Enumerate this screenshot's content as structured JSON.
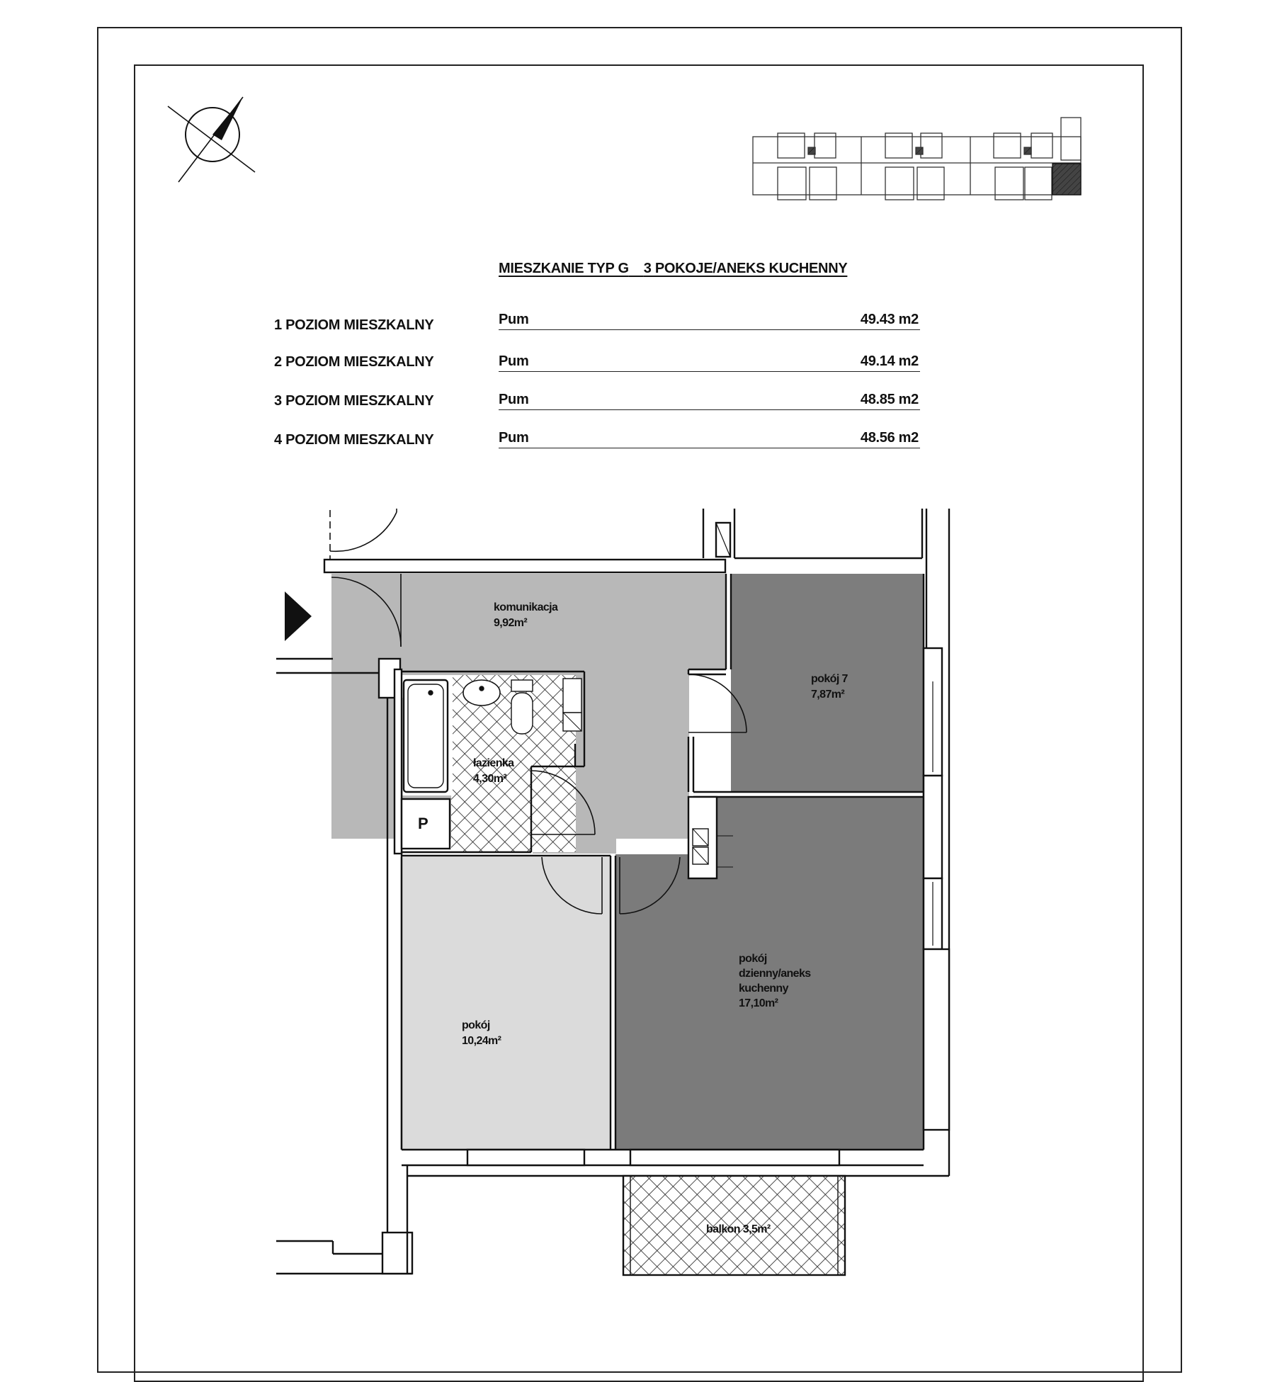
{
  "header": {
    "title_type": "MIESZKANIE TYP G",
    "title_rooms": "3 POKOJE/ANEKS KUCHENNY"
  },
  "levels": [
    {
      "label": "1 POZIOM MIESZKALNY",
      "key": "Pum",
      "value": "49.43 m2"
    },
    {
      "label": "2 POZIOM MIESZKALNY",
      "key": "Pum",
      "value": "49.14 m2"
    },
    {
      "label": "3 POZIOM MIESZKALNY",
      "key": "Pum",
      "value": "48.85 m2"
    },
    {
      "label": "4 POZIOM MIESZKALNY",
      "key": "Pum",
      "value": "48.56 m2"
    }
  ],
  "rooms": {
    "komunikacja": {
      "name": "komunikacja",
      "area": "9,92m²"
    },
    "lazienka": {
      "name": "łazienka",
      "area": "4,30m²"
    },
    "pokoj7": {
      "name": "pokój 7",
      "area": "7,87m²"
    },
    "pokoj_dzienny": {
      "line1": "pokój",
      "line2": "dzienny/aneks",
      "line3": "kuchenny",
      "area": "17,10m²"
    },
    "pokoj": {
      "name": "pokój",
      "area": "10,24m²"
    },
    "balkon": {
      "name": "balkon 3,5m²"
    },
    "closet": {
      "label": "P"
    }
  },
  "colors": {
    "corridor": "#b5b5b5",
    "room_dark": "#7c7c7c",
    "room_light": "#d9d9d9",
    "walls": "#1a1a1a"
  }
}
